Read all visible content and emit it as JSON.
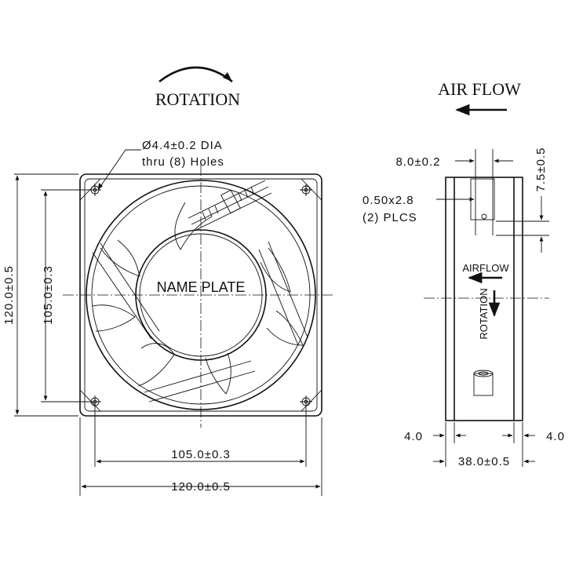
{
  "front_view": {
    "rotation_label": "ROTATION",
    "name_plate_label": "NAME PLATE",
    "hole_note_line1": "Ø4.4±0.2 DIA",
    "hole_note_line2": "thru (8) Holes",
    "dim_vertical_outer": "120.0±0.5",
    "dim_vertical_inner": "105.0±0.3",
    "dim_horizontal_inner": "105.0±0.3",
    "dim_horizontal_outer": "120.0±0.5"
  },
  "side_view": {
    "airflow_title": "AIR FLOW",
    "dim_terminal_spacing": "8.0±0.2",
    "dim_terminal_height": "7.5±0.5",
    "terminal_note_line1": "0.50x2.8",
    "terminal_note_line2": "(2) PLCS",
    "body_airflow_label": "AIRFLOW",
    "body_rotation_label": "ROTATION",
    "dim_flange_left": "4.0",
    "dim_flange_right": "4.0",
    "dim_depth": "38.0±0.5"
  }
}
